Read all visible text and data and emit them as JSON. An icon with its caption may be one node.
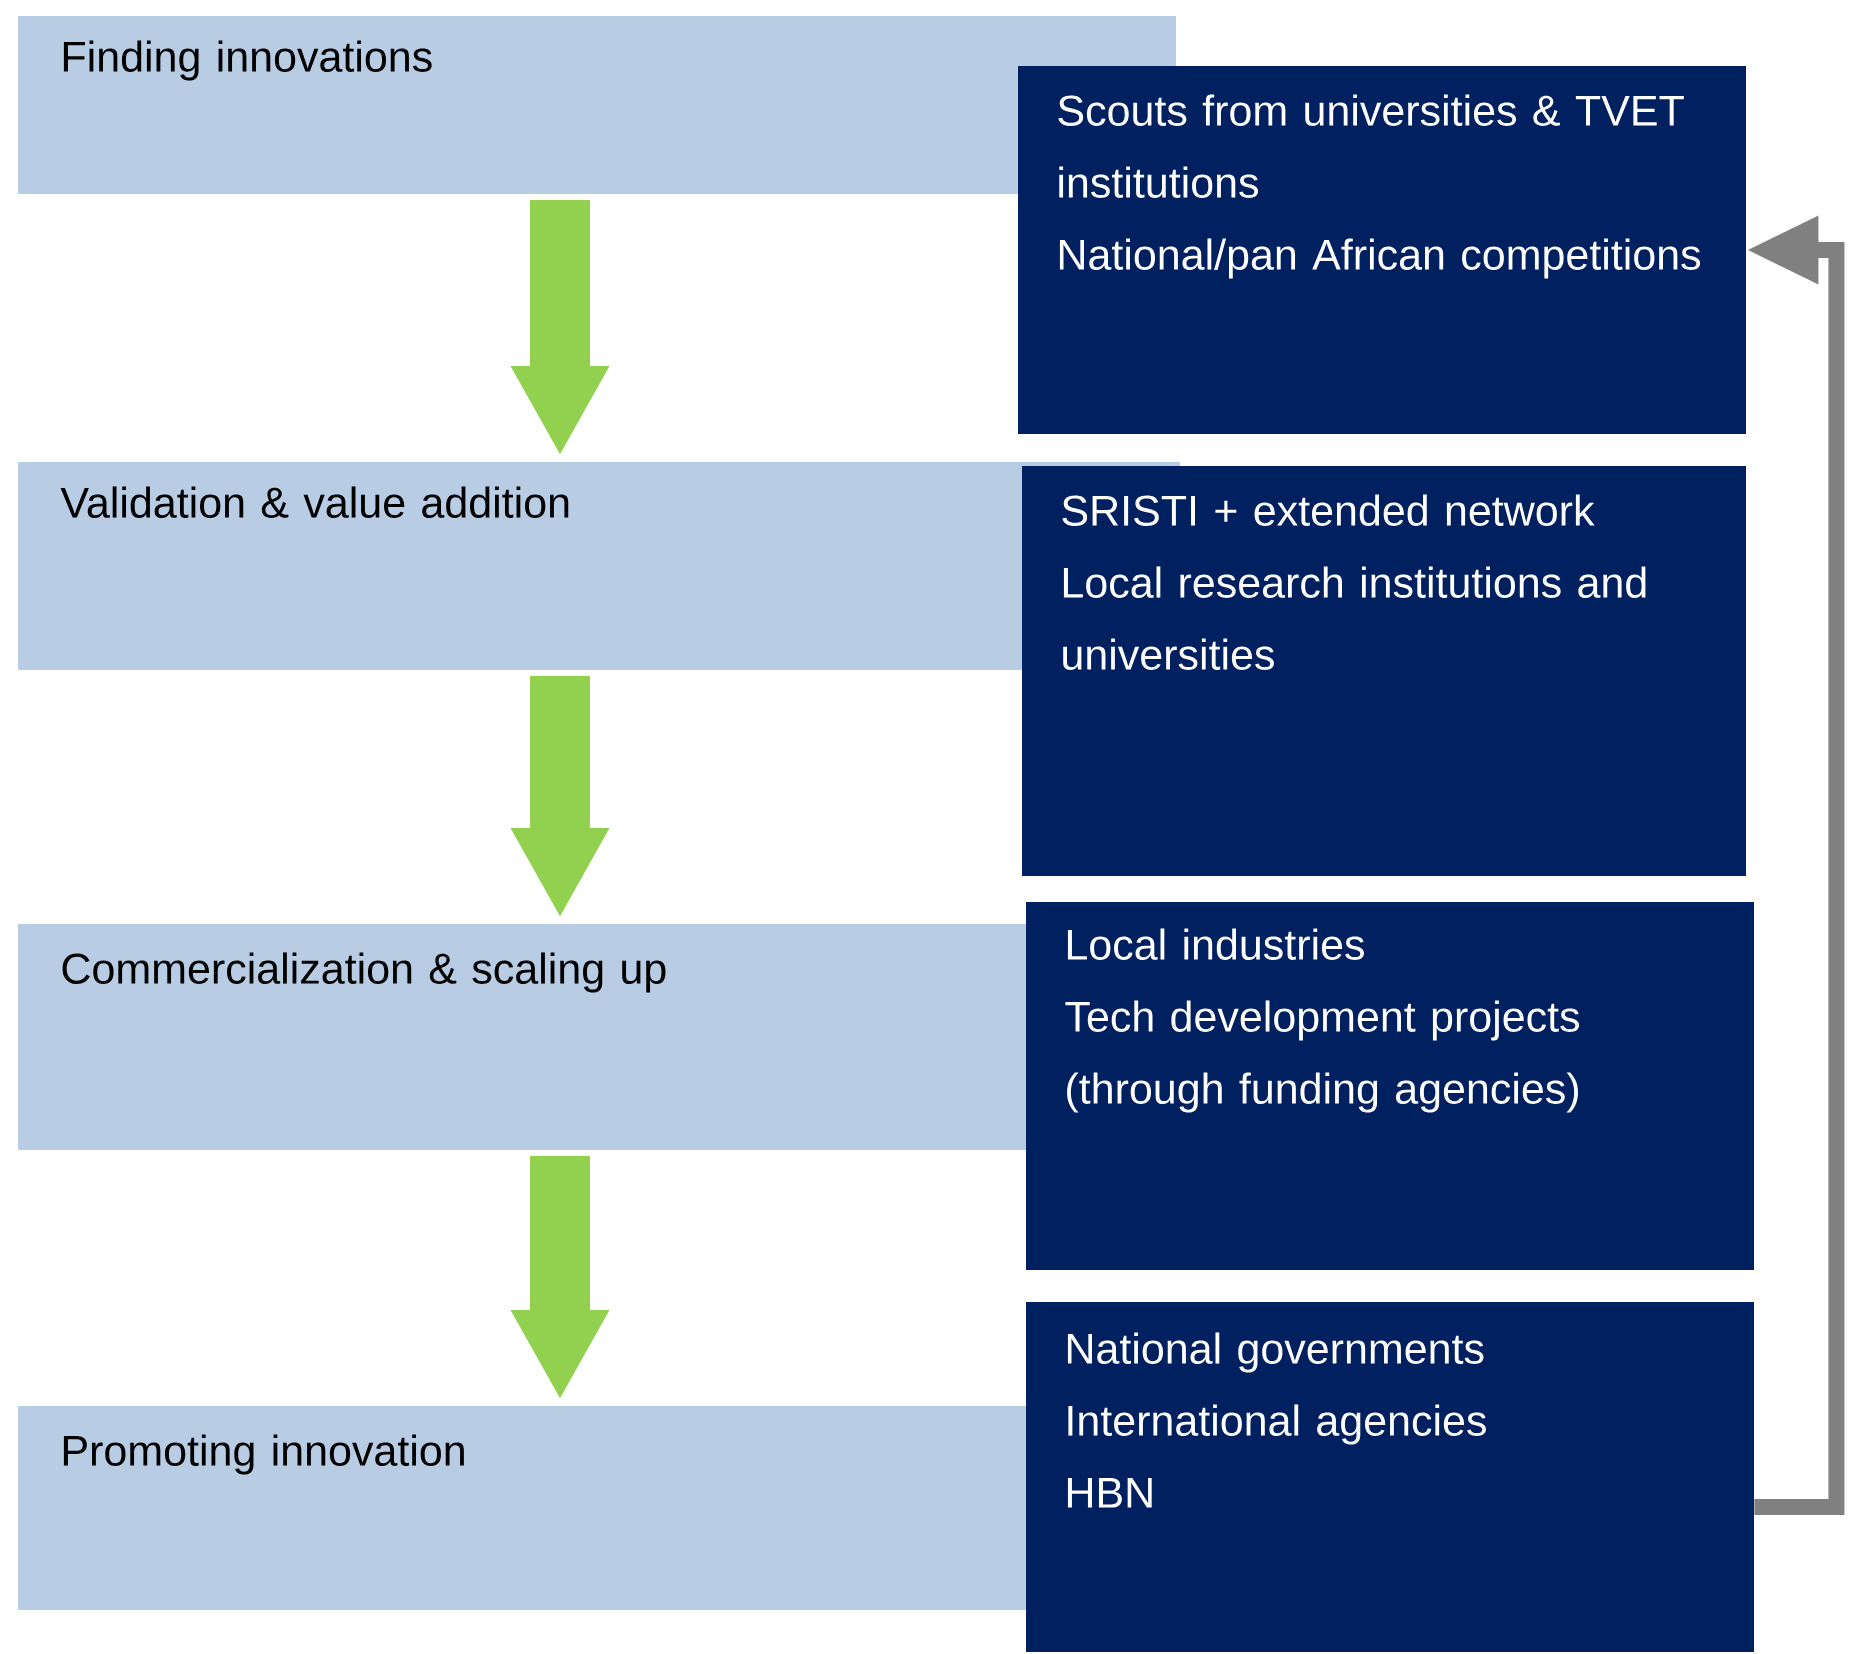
{
  "diagram": {
    "nodes": [
      {
        "text": [
          "Finding innovations"
        ]
      },
      {
        "text": [
          "Scouts from universities & TVET institutions",
          "National/pan African competitions"
        ]
      },
      {
        "text": [
          "Validation & value addition"
        ]
      },
      {
        "text": [
          "SRISTI + extended network",
          "Local research institutions and universities"
        ]
      },
      {
        "text": [
          "Commercialization & scaling up"
        ]
      },
      {
        "text": [
          "Local industries",
          "Tech development projects (through funding agencies)"
        ]
      },
      {
        "text": [
          "Promoting innovation"
        ]
      },
      {
        "text": [
          "National governments",
          "International agencies",
          "HBN"
        ]
      }
    ],
    "edges": [
      {
        "from": 0,
        "to": 2,
        "arrow": "to"
      },
      {
        "from": 2,
        "to": 4,
        "arrow": "to"
      },
      {
        "from": 4,
        "to": 6,
        "arrow": "to"
      },
      {
        "from": 7,
        "to": 1,
        "arrow": "to",
        "color": "#808080"
      }
    ]
  }
}
